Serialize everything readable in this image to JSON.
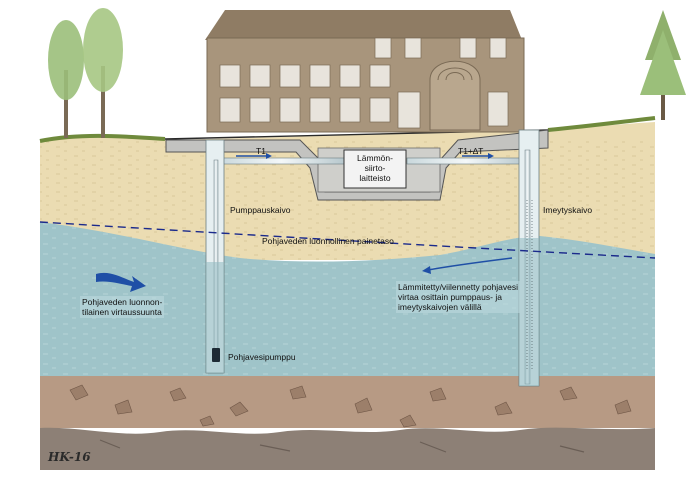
{
  "labels": {
    "heat_exchanger": "Lämmön-\nsiirto-\nlaitteisto",
    "t1": "T1",
    "t1_delta": "T1+∆T",
    "pumping_well": "Pumppauskaivo",
    "infiltration_well": "Imeytyskaivo",
    "water_table": "Pohjaveden luonnollinen painetaso",
    "natural_flow": "Pohjaveden luonnon-\ntilainen virtaussuunta",
    "warmed_flow": "Lämmitetty/viilennetty pohjavesi\nvirtaa osittain pumppaus- ja\nimeytyskaivojen välillä",
    "pump": "Pohjavesipumppu",
    "signature": "HK-16"
  },
  "colors": {
    "sand": "#ebdcb2",
    "groundwater": "#9fc4c9",
    "clay": "#b79a84",
    "bedrock": "#8d8076",
    "grass": "#6f8a3c",
    "building": "#a8957c",
    "arrow": "#1f4fa6",
    "water_table_line": "#1b2a8c"
  }
}
